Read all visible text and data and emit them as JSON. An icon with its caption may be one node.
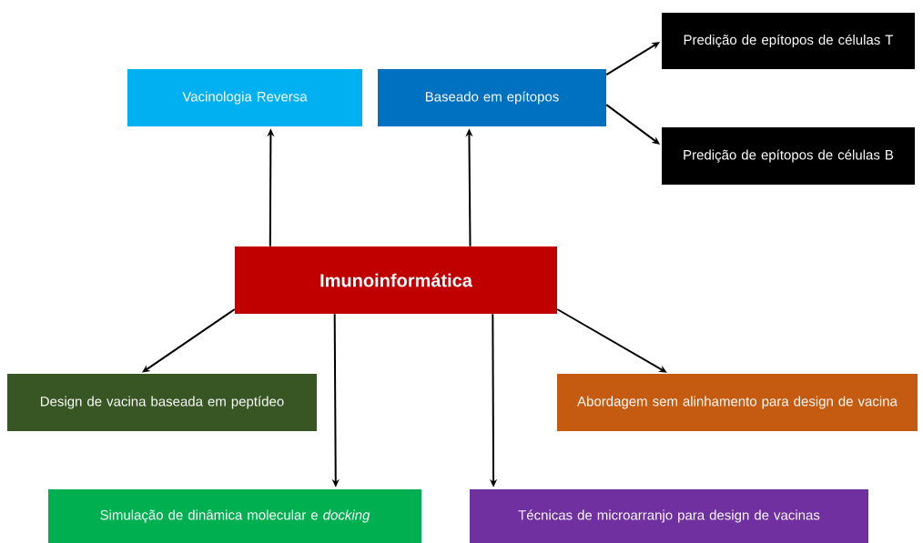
{
  "diagram": {
    "nodes": [
      {
        "text": [
          "Imunoinformática"
        ]
      },
      {
        "text": [
          "Vacinologia Reversa"
        ]
      },
      {
        "text": [
          "Baseado em epítopos"
        ]
      },
      {
        "text": [
          "Predição de epítopos de células T"
        ]
      },
      {
        "text": [
          "Predição de epítopos de células B"
        ]
      },
      {
        "text": [
          "Design de vacina baseada em peptídeo"
        ]
      },
      {
        "text": [
          "Abordagem sem alinhamento para design de vacina"
        ]
      },
      {
        "text": [
          "Simulação de dinâmica molecular e *docking*"
        ]
      },
      {
        "text": [
          "Técnicas de microarranjo para design de vacinas"
        ]
      }
    ],
    "edges": [
      {
        "from": 0,
        "to": 1,
        "arrow": "to"
      },
      {
        "from": 0,
        "to": 2,
        "arrow": "to"
      },
      {
        "from": 2,
        "to": 3,
        "arrow": "to"
      },
      {
        "from": 2,
        "to": 4,
        "arrow": "to"
      },
      {
        "from": 0,
        "to": 5,
        "arrow": "to"
      },
      {
        "from": 0,
        "to": 6,
        "arrow": "to"
      },
      {
        "from": 0,
        "to": 7,
        "arrow": "to"
      },
      {
        "from": 0,
        "to": 8,
        "arrow": "to"
      }
    ]
  }
}
